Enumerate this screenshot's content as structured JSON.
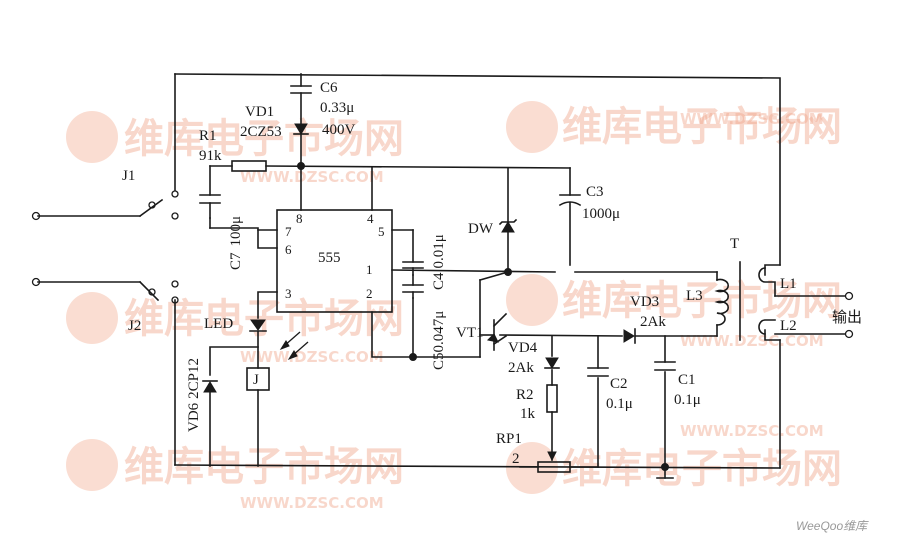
{
  "watermark": {
    "cn": "维库电子市场网",
    "url": "WWW.DZSC.COM"
  },
  "brand": "WeeQoo维库",
  "components": {
    "c6_name": "C6",
    "c6_value": "0.33μ",
    "vd1_name": "VD1",
    "vd1_value": "2CZ53",
    "vd1_voltage": "400V",
    "r1_name": "R1",
    "r1_value": "91k",
    "c7_name": "C7",
    "c7_value": "100μ",
    "ic_name": "555",
    "c4_name": "C4",
    "c4_value": "0.01μ",
    "c5_name": "C5",
    "c5_value": "0.047μ",
    "c3_name": "C3",
    "c3_value": "1000μ",
    "dw_name": "DW",
    "t_name": "T",
    "l1_name": "L1",
    "l2_name": "L2",
    "l3_name": "L3",
    "output_label": "输出",
    "vd3_name": "VD3",
    "vd3_value": "2Ak",
    "vd4_name": "VD4",
    "vd4_value": "2Ak",
    "vt1_name": "VT1",
    "r2_name": "R2",
    "r2_value": "1k",
    "rp1_name": "RP1",
    "rp1_value": "2",
    "c2_name": "C2",
    "c2_value": "0.1μ",
    "c1_name": "C1",
    "c1_value": "0.1μ",
    "led_name": "LED",
    "relay_name": "J",
    "vd6_name": "VD6",
    "vd6_value": "2CP12",
    "j1_name": "J1",
    "j2_name": "J2"
  },
  "ic_pins": [
    "8",
    "4",
    "7",
    "6",
    "5",
    "1",
    "3",
    "2"
  ]
}
